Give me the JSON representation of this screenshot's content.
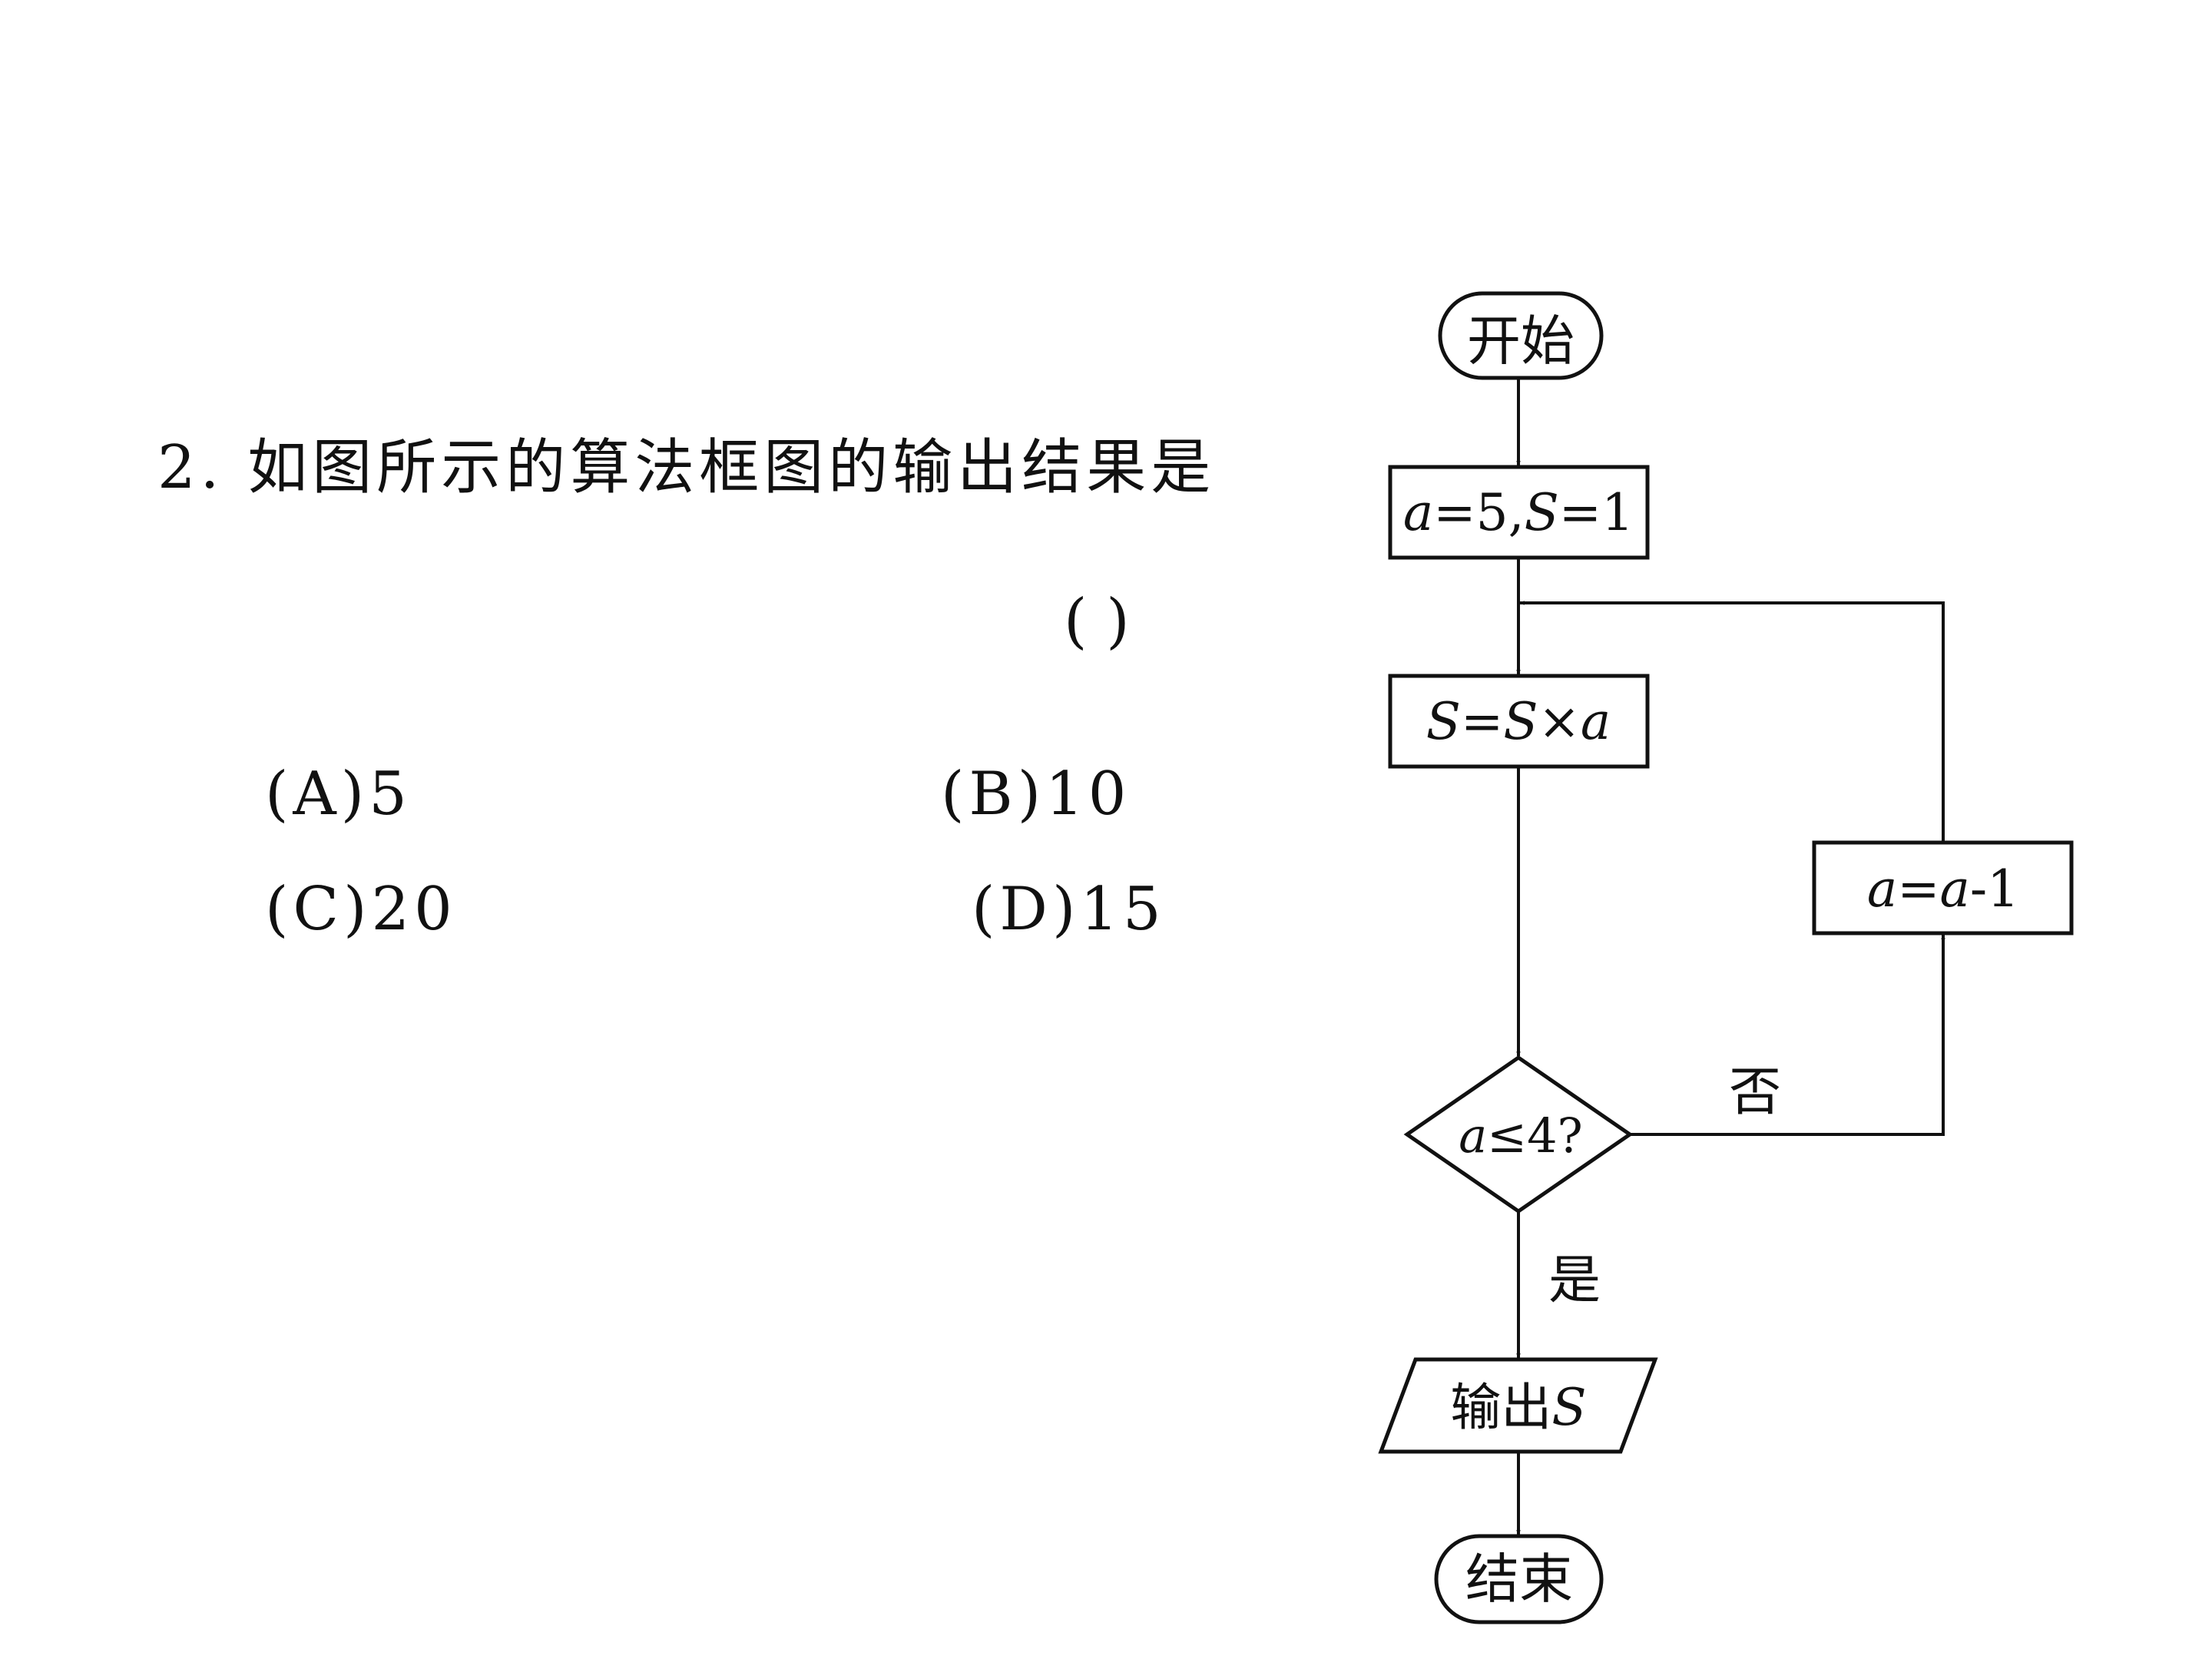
{
  "question": {
    "stem": "2. 如图所示的算法框图的输出结果是",
    "blank": "(        )",
    "options": [
      {
        "label": "(A)5"
      },
      {
        "label": "(B)10"
      },
      {
        "label": "(C)20"
      },
      {
        "label": "(D)15"
      }
    ]
  },
  "flowchart": {
    "start": "开始",
    "init_a": "a",
    "init_mid": "=5,",
    "init_S": "S",
    "init_end": "=1",
    "process_S1": "S",
    "process_eq": "=",
    "process_S2": "S",
    "process_times": "×",
    "process_a": "a",
    "decision_a": "a",
    "decision_rest": "≤4?",
    "update_a1": "a",
    "update_eq": "=",
    "update_a2": "a",
    "update_rest": "-1",
    "no_label": "否",
    "yes_label": "是",
    "output_text": "输出",
    "output_var": "S",
    "end": "结束",
    "line_color": "#111111"
  }
}
